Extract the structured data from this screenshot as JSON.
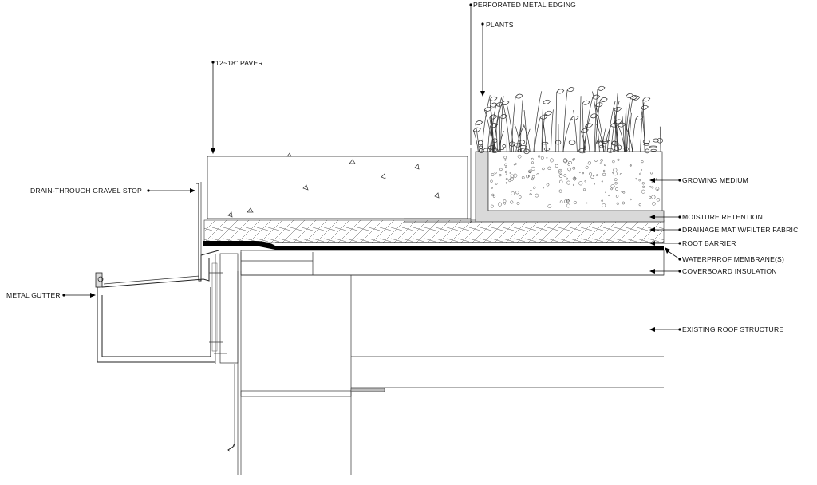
{
  "labels": {
    "perforated_edging": "PERFORATED METAL EDGING",
    "plants": "PLANTS",
    "paver": "12~18\" PAVER",
    "gravel_stop": "DRAIN-THROUGH GRAVEL STOP",
    "metal_gutter": "METAL GUTTER",
    "growing_medium": "GROWING MEDIUM",
    "moisture_retention": "MOISTURE RETENTION",
    "drainage_mat": "DRAINAGE MAT W/FILTER FABRIC",
    "root_barrier": "ROOT BARRIER",
    "membrane": "WATERPRROF MEMBRANE(S)",
    "coverboard": "COVERBOARD INSULATION",
    "roof_structure": "EXISTING ROOF STRUCTURE"
  },
  "colors": {
    "line": "#222222",
    "moisture_fill": "#e2e2e2",
    "edging_fill": "#d6d6d6",
    "membrane": "#000000"
  }
}
